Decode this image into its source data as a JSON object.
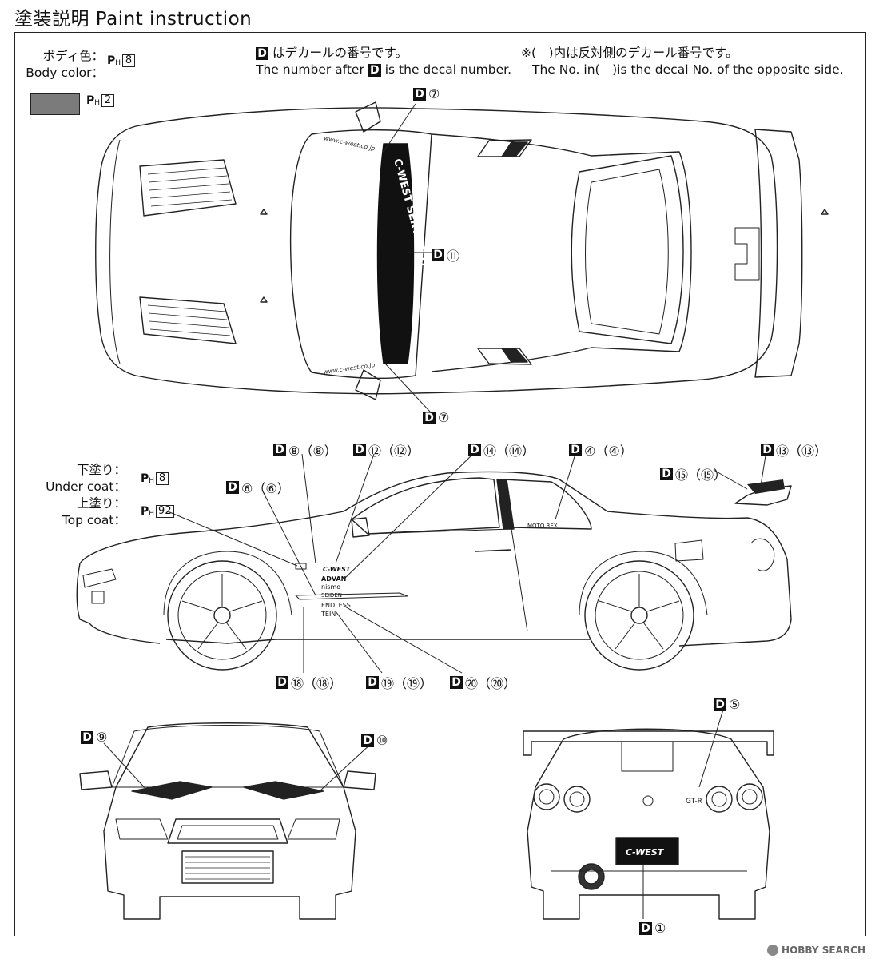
{
  "header": {
    "title": "塗装説明 Paint instruction"
  },
  "legend": {
    "body_color_jp": "ボディ色：",
    "body_color_en": "Body color：",
    "body_color_num": "8",
    "swatch_color": "#7b7b7b",
    "swatch_num": "2",
    "decal_note_jp": "はデカールの番号です。",
    "decal_note_en_pre": "The number after",
    "decal_note_en_post": "is the decal number.",
    "opposite_note_jp": "※(　)内は反対側のデカール番号です。",
    "opposite_note_en": "The No. in(　)is the decal No. of the opposite side."
  },
  "coats": {
    "under_jp": "下塗り：",
    "under_en": "Under coat：",
    "under_num": "8",
    "top_jp": "上塗り：",
    "top_en": "Top coat：",
    "top_num": "92"
  },
  "callouts": {
    "d7_top": "⑦",
    "d11": "⑪",
    "d7_bottom": "⑦",
    "d8": "⑧（⑧）",
    "d12": "⑫（⑫）",
    "d14": "⑭（⑭）",
    "d4": "④（④）",
    "d13": "⑬（⑬）",
    "d15": "⑮（⑮）",
    "d6": "⑥（⑥）",
    "d18": "⑱（⑱）",
    "d19": "⑲（⑲）",
    "d20": "⑳（⑳）",
    "d9": "⑨",
    "d10": "⑩",
    "d5": "⑤",
    "d1": "①"
  },
  "car_decals": {
    "windshield_banner": "C-WEST SERVICE FACTORY",
    "url_top": "www.c-west.co.jp",
    "url_bottom": "www.c-west.co.jp",
    "side_logos": [
      "C-WEST",
      "ADVAN",
      "nismo",
      "SEIDEN",
      "ENDLESS",
      "TEIN"
    ],
    "window_decal": "MOTO REX",
    "plate": "C-WEST",
    "rear_badge": "GT-R"
  },
  "decal_marker": "D",
  "footer": {
    "watermark": "HOBBY SEARCH"
  }
}
